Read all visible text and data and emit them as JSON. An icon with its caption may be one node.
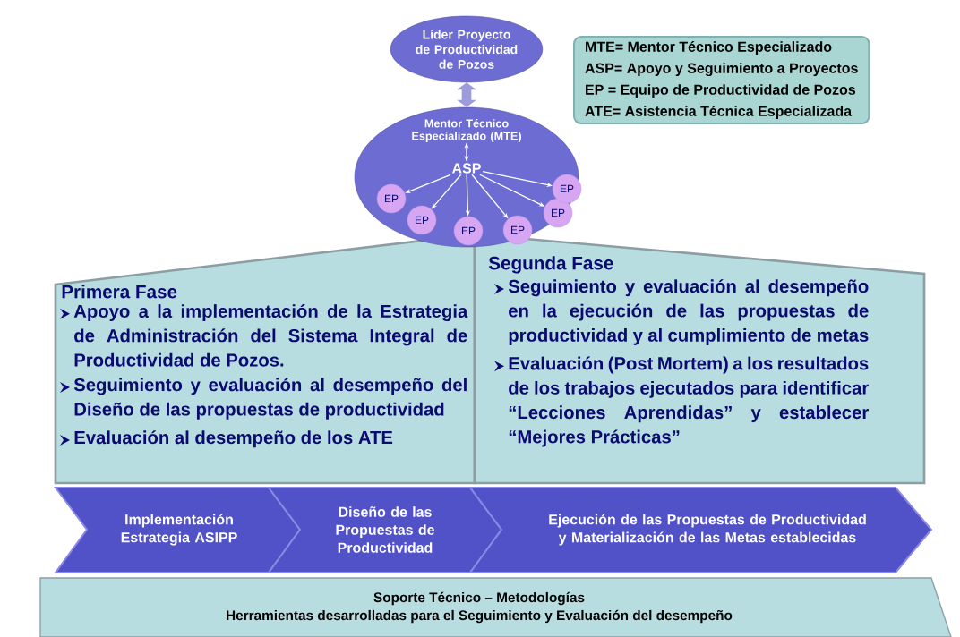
{
  "diagram": {
    "nodes": [
      {
        "text": [
          "Líder Proyecto de Productividad de Pozos"
        ]
      },
      {
        "text": [],
        "shape": "ellipse"
      },
      {
        "text": [
          "Mentor Técnico Especializado (MTE)"
        ],
        "in": 1
      },
      {
        "text": [
          "ASP"
        ],
        "in": 1
      },
      {
        "text": [
          "EP"
        ],
        "in": 1
      },
      {
        "text": [
          "EP"
        ],
        "in": 1
      },
      {
        "text": [
          "EP"
        ],
        "in": 1
      },
      {
        "text": [
          "EP"
        ],
        "in": 1
      },
      {
        "text": [
          "EP"
        ],
        "in": 1
      },
      {
        "text": [
          "EP"
        ],
        "in": 1
      },
      {
        "text": [
          "MTE= Mentor Técnico Especializado",
          "ASP= Apoyo y Seguimiento a Proyectos",
          "EP = Equipo de Productividad de Pozos",
          "ATE= Asistencia Técnica Especializada"
        ]
      },
      {
        "text": [
          "Primera Fase",
          "Apoyo a la implementación de la Estrategia de Administración del Sistema Integral de Productividad de Pozos.",
          "Seguimiento y evaluación al desempeño del Diseño de las propuestas de productividad",
          "Evaluación al desempeño de los ATE"
        ]
      },
      {
        "text": [
          "Segunda Fase",
          "Seguimiento y evaluación al desempeño en la ejecución de las propuestas de productividad y al cumplimiento de metas",
          "Evaluación (Post Mortem) a los resultados de los trabajos ejecutados para identificar “Lecciones Aprendidas” y establecer “Mejores Prácticas”"
        ]
      },
      {
        "text": [
          "Implementación Estrategia ASIPP"
        ]
      },
      {
        "text": [
          "Diseño de las Propuestas de Productividad"
        ]
      },
      {
        "text": [
          "Ejecución de las Propuestas de Productividad y Materialización de las Metas establecidas"
        ]
      },
      {
        "text": [
          "Soporte Técnico – Metodologías",
          "Herramientas desarrolladas para el Seguimiento y Evaluación del desempeño"
        ]
      }
    ],
    "edges": [
      {
        "from": 0,
        "to": 1,
        "arrow": "both",
        "style": "thick",
        "color": "#9c9cdc"
      },
      {
        "from": 2,
        "to": 3,
        "arrow": "both"
      },
      {
        "from": 3,
        "to": 4,
        "arrow": "to"
      },
      {
        "from": 3,
        "to": 5,
        "arrow": "to"
      },
      {
        "from": 3,
        "to": 6,
        "arrow": "to"
      },
      {
        "from": 3,
        "to": 7,
        "arrow": "to"
      },
      {
        "from": 3,
        "to": 8,
        "arrow": "to"
      },
      {
        "from": 3,
        "to": 9,
        "arrow": "to"
      }
    ]
  }
}
